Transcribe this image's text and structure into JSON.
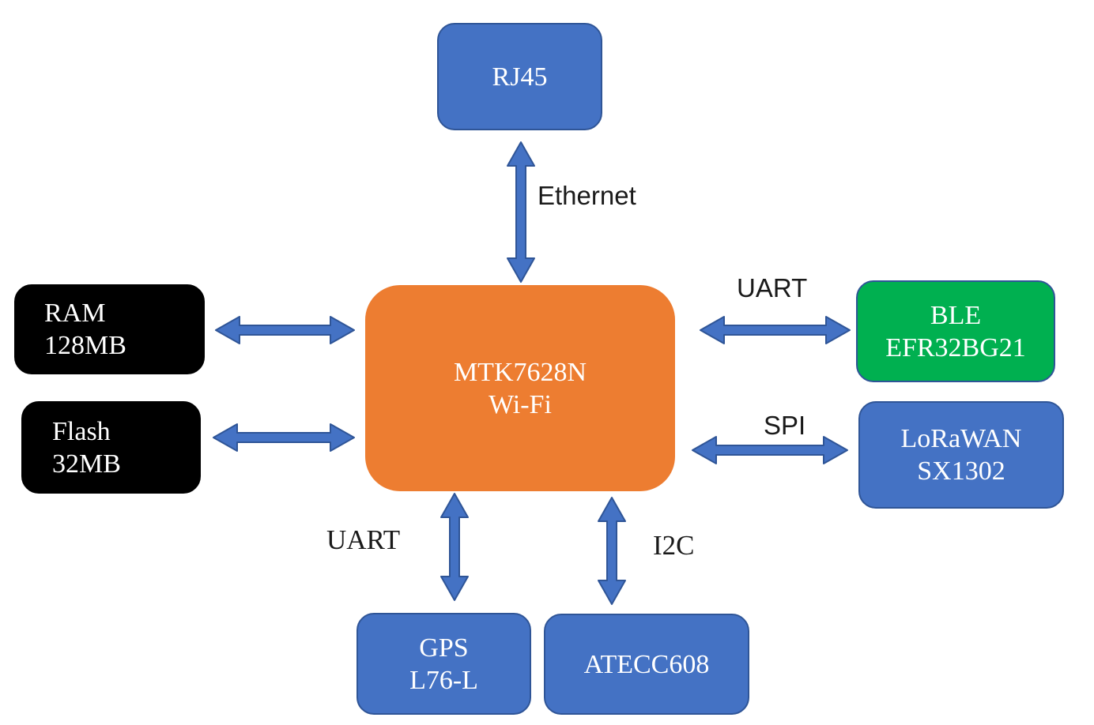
{
  "colors": {
    "blue": "#4472c4",
    "orange": "#ed7d31",
    "green": "#00b050",
    "black": "#000000",
    "arrow": "#4472c4"
  },
  "nodes": {
    "rj45": {
      "line1": "RJ45"
    },
    "mtk": {
      "line1": "MTK7628N",
      "line2": "Wi-Fi"
    },
    "ram": {
      "line1": "RAM",
      "line2": "128MB"
    },
    "flash": {
      "line1": "Flash",
      "line2": "32MB"
    },
    "ble": {
      "line1": "BLE",
      "line2": "EFR32BG21"
    },
    "lorawan": {
      "line1": "LoRaWAN",
      "line2": "SX1302"
    },
    "gps": {
      "line1": "GPS",
      "line2": "L76-L"
    },
    "atecc": {
      "line1": "ATECC608"
    }
  },
  "links": {
    "ethernet": "Ethernet",
    "uart_ble": "UART",
    "spi": "SPI",
    "uart_gps": "UART",
    "i2c": "I2C"
  },
  "arrow_style": "double-headed"
}
